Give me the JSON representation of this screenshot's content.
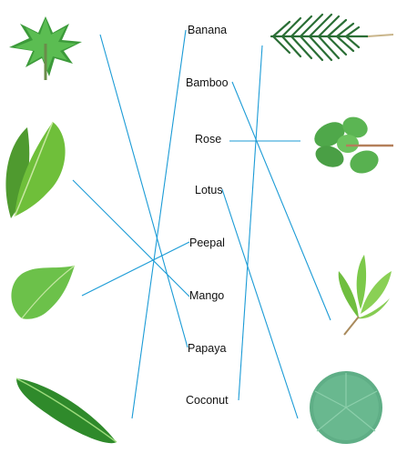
{
  "words": [
    "Banana",
    "Bamboo",
    "Rose",
    "Lotus",
    "Peepal",
    "Mango",
    "Papaya",
    "Coconut"
  ],
  "left_leaves": [
    "papaya-leaf",
    "mango-leaf",
    "peepal-leaf",
    "banana-leaf"
  ],
  "right_leaves": [
    "coconut-leaf",
    "rose-leaf",
    "bamboo-leaf",
    "lotus-leaf"
  ],
  "colors": {
    "line": "#1b9bd6",
    "leaf_dark": "#2f8a2b",
    "leaf_light": "#7ccf5a",
    "lotus": "#5fae86"
  }
}
